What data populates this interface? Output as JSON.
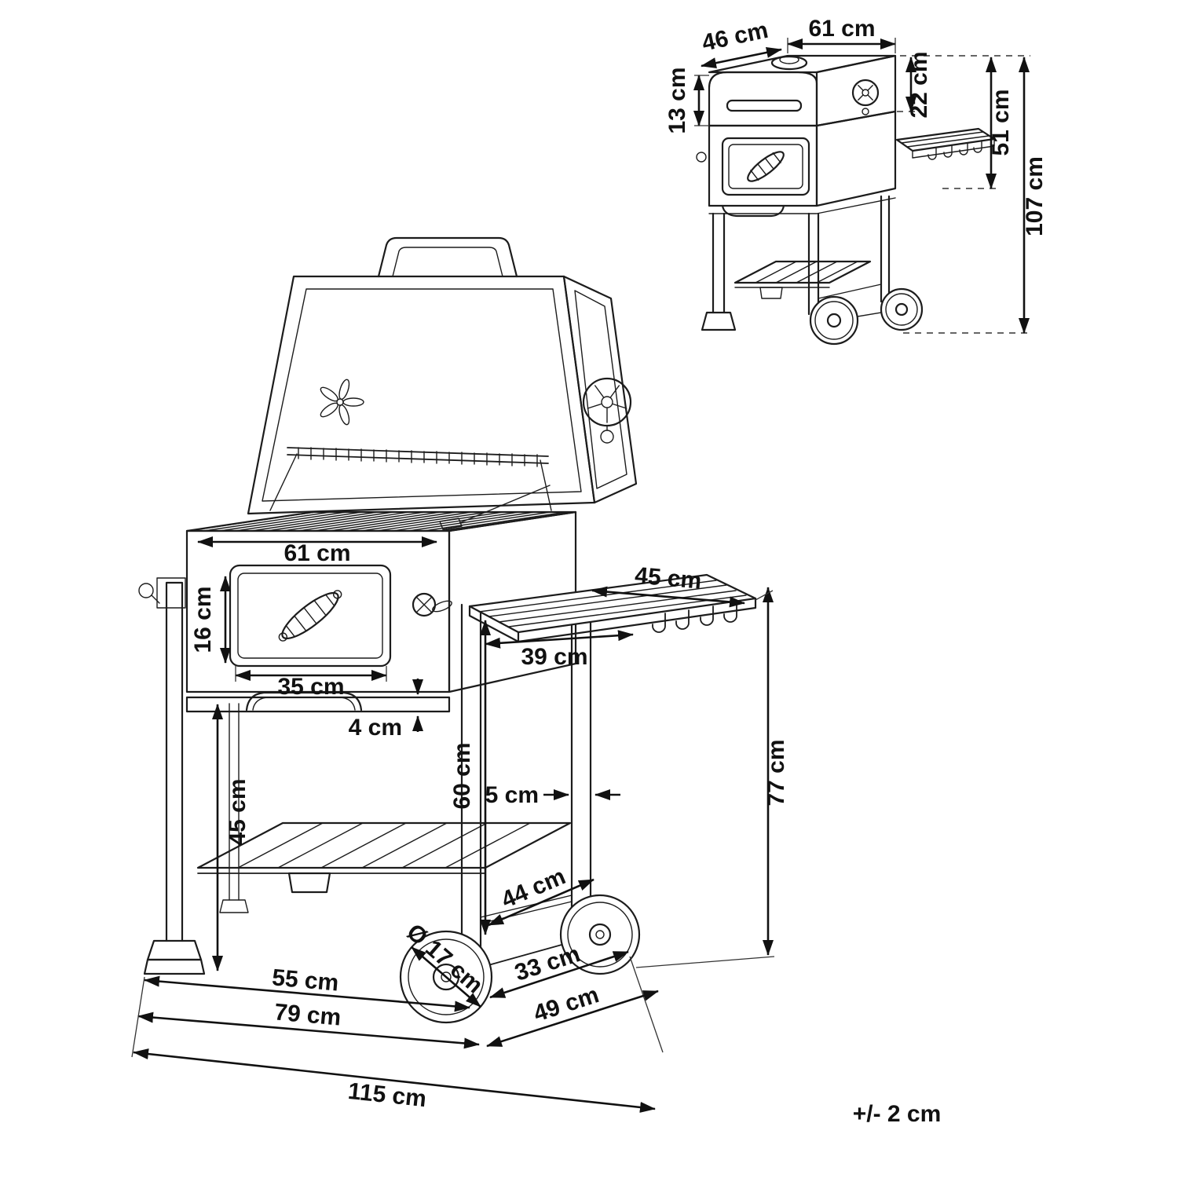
{
  "colors": {
    "ink": "#1c1c1c",
    "background": "#ffffff"
  },
  "main_view": {
    "grate_width": "61 cm",
    "door_height": "16 cm",
    "door_width": "35 cm",
    "handle_clearance": "4 cm",
    "leg_height": "45 cm",
    "frame_height": "60 cm",
    "leg_thickness": "5 cm",
    "table_width": "39 cm",
    "table_depth": "45 cm",
    "table_height": "77 cm",
    "shelf_depth": "44 cm",
    "wheel_diameter": "Ø 17 cm",
    "wheel_track": "33 cm",
    "body_width": "55 cm",
    "base_width": "79 cm",
    "overall_width": "115 cm",
    "overall_depth": "49 cm"
  },
  "side_view": {
    "depth": "46 cm",
    "width": "61 cm",
    "lid_front_height": "13 cm",
    "lid_height": "22 cm",
    "top_to_table": "51 cm",
    "total_height": "107 cm"
  },
  "footer": {
    "tolerance": "+/- 2 cm"
  }
}
